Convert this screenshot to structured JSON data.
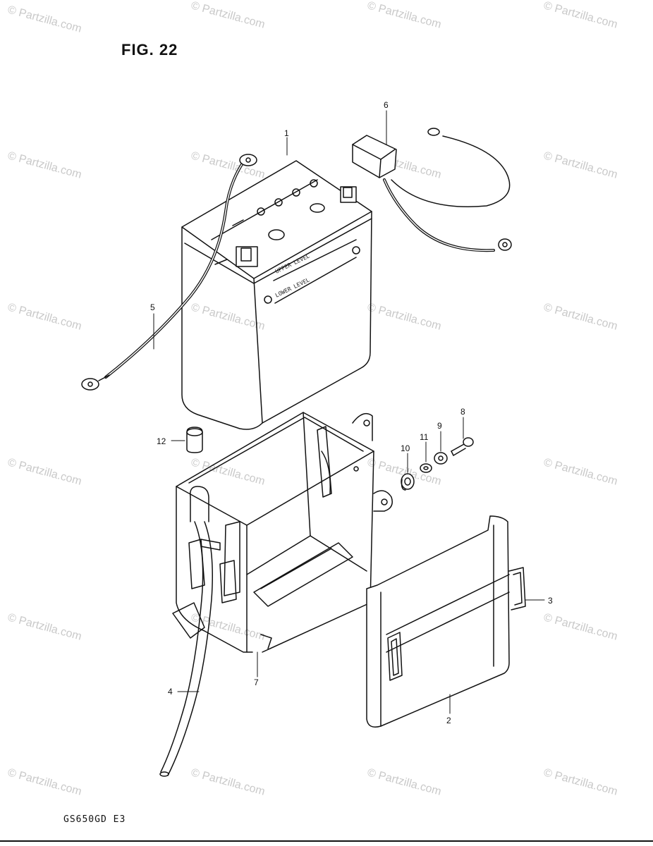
{
  "figure": {
    "title": "FIG. 22",
    "model_code": "GS650GD  E3"
  },
  "watermark": {
    "text": "© Partzilla.com"
  },
  "battery_labels": {
    "upper": "UPPER LEVEL",
    "lower": "LOWER LEVEL"
  },
  "callouts": [
    "1",
    "2",
    "3",
    "4",
    "5",
    "6",
    "7",
    "8",
    "9",
    "10",
    "11",
    "12"
  ]
}
